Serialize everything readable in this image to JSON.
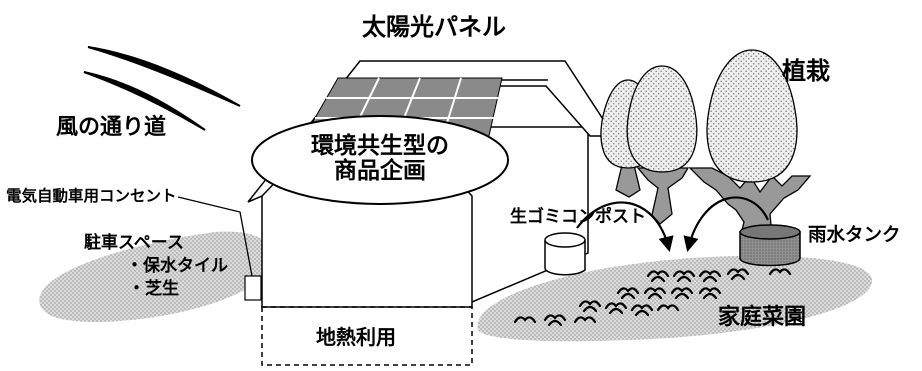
{
  "diagram": {
    "center_title": [
      "環境共生型の",
      "商品企画"
    ],
    "labels": {
      "solar_panel": "太陽光パネル",
      "wind_path": "風の通り道",
      "planting": "植栽",
      "ev_outlet": "電気自動車用コンセント",
      "parking_space": "駐車スペース",
      "water_retaining_tile": "・保水タイル",
      "lawn": "・芝生",
      "compost": "生ゴミコンポスト",
      "rain_tank": "雨水タンク",
      "home_garden": "家庭菜園",
      "geothermal": "地熱利用"
    }
  }
}
